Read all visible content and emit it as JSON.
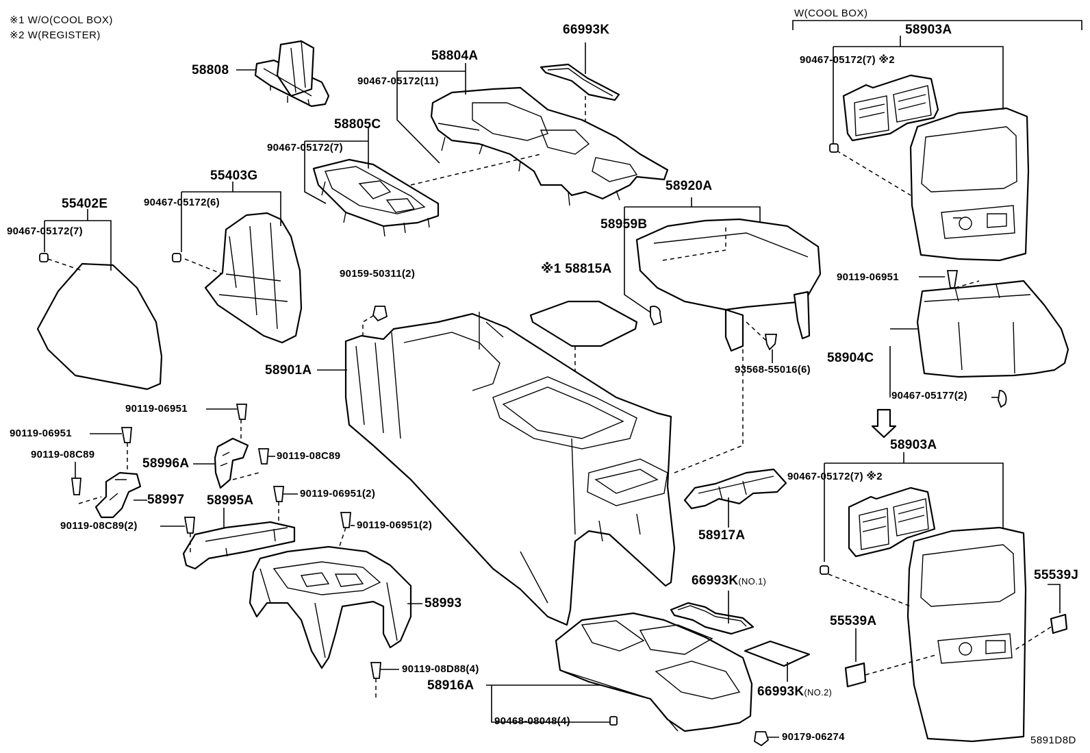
{
  "notes": {
    "note1": "※1 W/O(COOL BOX)",
    "note2": "※2 W(REGISTER)",
    "group_header": "W(COOL BOX)",
    "drawing_code": "5891D8D"
  },
  "labels": {
    "p58808": "58808",
    "p66993K": "66993K",
    "p58804A": "58804A",
    "p90467_05172_11": "90467-05172(11)",
    "p58805C": "58805C",
    "p90467_05172_7_mid": "90467-05172(7)",
    "p55403G": "55403G",
    "p90467_05172_6": "90467-05172(6)",
    "p55402E": "55402E",
    "p90467_05172_7_left": "90467-05172(7)",
    "p58903A_top": "58903A",
    "p90467_05172_7_r1": "90467-05172(7) ※2",
    "p58920A": "58920A",
    "p58959B": "58959B",
    "p90159_50311_2": "90159-50311(2)",
    "p58815A": "※1 58815A",
    "p58901A": "58901A",
    "p90119_06951_right": "90119-06951",
    "p58904C": "58904C",
    "p93568_55016_6": "93568-55016(6)",
    "p90467_05177_2": "90467-05177(2)",
    "p90119_06951_a": "90119-06951",
    "p90119_06951_b": "90119-06951",
    "p90119_08C89_a": "90119-08C89",
    "p58996A": "58996A",
    "p90119_08C89_b": "90119-08C89",
    "p58997": "58997",
    "p58995A": "58995A",
    "p90119_06951_2a": "90119-06951(2)",
    "p90119_08C89_2": "90119-08C89(2)",
    "p90119_06951_2b": "90119-06951(2)",
    "p58993": "58993",
    "p90119_08D88_4": "90119-08D88(4)",
    "p58903A_bottom": "58903A",
    "p90467_05172_7_r2": "90467-05172(7) ※2",
    "p58917A": "58917A",
    "p66993K_no1_base": "66993K",
    "p66993K_no1_suffix": "(NO.1)",
    "p55539J": "55539J",
    "p55539A": "55539A",
    "p66993K_no2_base": "66993K",
    "p66993K_no2_suffix": "(NO.2)",
    "p58916A": "58916A",
    "p90468_08048_4": "90468-08048(4)",
    "p90179_06274": "90179-06274"
  }
}
